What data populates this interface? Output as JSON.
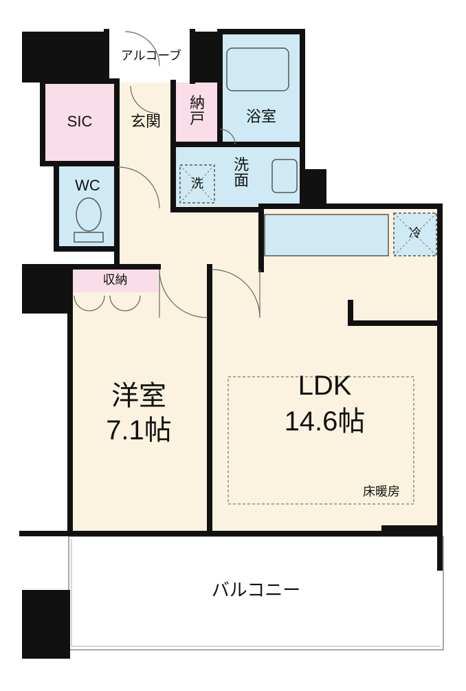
{
  "colors": {
    "wall": "#111111",
    "living": "#fbf3df",
    "wet": "#cfeaf5",
    "storage": "#f9dde8",
    "balcony": "#ffffff",
    "fixture": "#9bc8e0"
  },
  "rooms": {
    "alcove": "アルコーブ",
    "sic": "SIC",
    "genkan": "玄関",
    "nando": "納戸",
    "bath": "浴室",
    "washroom": "洗面",
    "washer": "洗",
    "wc": "WC",
    "fridge": "冷",
    "closet": "収納",
    "western_room_name": "洋室",
    "western_room_size": "7.1帖",
    "ldk_name": "LDK",
    "ldk_size": "14.6帖",
    "floor_heating": "床暖房",
    "balcony": "バルコニー"
  }
}
